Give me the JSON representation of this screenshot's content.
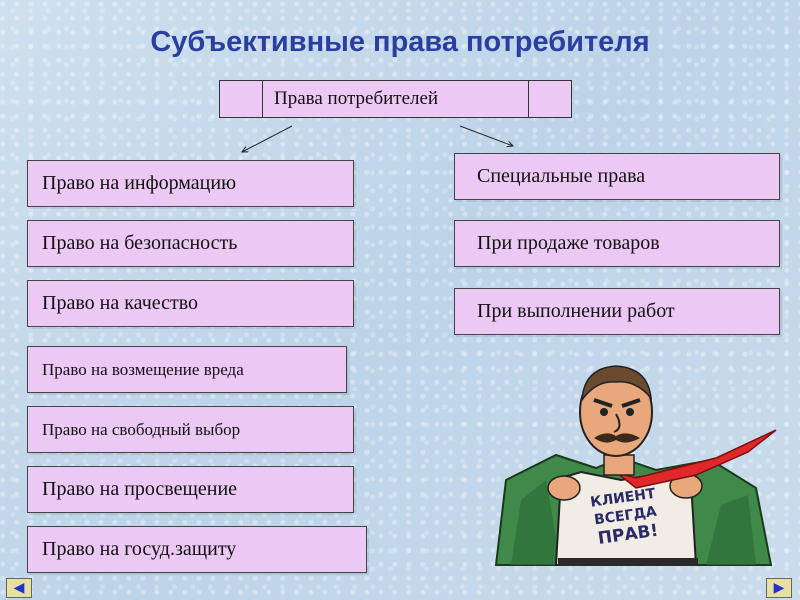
{
  "title": "Субъективные права потребителя",
  "header": {
    "label": "Права потребителей"
  },
  "left_items": [
    "Право на информацию",
    "Право на безопасность",
    "Право на качество",
    "Право на возмещение вреда",
    "Право на свободный выбор",
    "Право на просвещение",
    "Право на госуд.защиту"
  ],
  "right_items": [
    "Специальные права",
    "При продаже товаров",
    "При выполнении работ"
  ],
  "cartoon_text": "КЛИЕНТ ВСЕГДА ПРАВ!",
  "nav": {
    "prev_icon": "triangle-left-icon",
    "next_icon": "triangle-right-icon"
  },
  "colors": {
    "box_fill": "#ecc8f4",
    "title": "#2b3fa0",
    "nav_arrow": "#2233cc"
  }
}
